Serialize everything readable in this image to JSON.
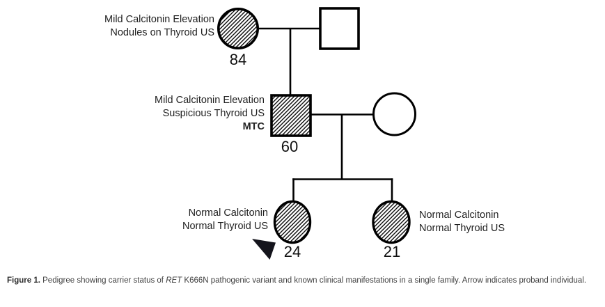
{
  "colors": {
    "line": "#000000",
    "label_text": "#1f1f1f",
    "caption_text": "#3f3f3f",
    "proband_arrow": "#14141c",
    "affected_fill_pattern": "diagonal-hatch"
  },
  "pedigree": {
    "generation1": {
      "mother": {
        "label_line1": "Mild Calcitonin Elevation",
        "label_line2": "Nodules on Thyroid US",
        "age": "84"
      }
    },
    "generation2": {
      "father": {
        "label_line1": "Mild Calcitonin Elevation",
        "label_line2": "Suspicious Thyroid US",
        "label_line3": "MTC",
        "age": "60"
      }
    },
    "generation3": {
      "daughter1": {
        "label_line1": "Normal Calcitonin",
        "label_line2": "Normal Thyroid US",
        "age": "24"
      },
      "daughter2": {
        "label_line1": "Normal Calcitonin",
        "label_line2": "Normal Thyroid US",
        "age": "21"
      }
    }
  },
  "caption": {
    "figure_label": "Figure 1.",
    "text_before_gene": "  Pedigree showing carrier status of ",
    "gene": "RET",
    "text_after_gene": " K666N pathogenic variant and known clinical manifestations in a single family. Arrow indicates proband individual."
  }
}
